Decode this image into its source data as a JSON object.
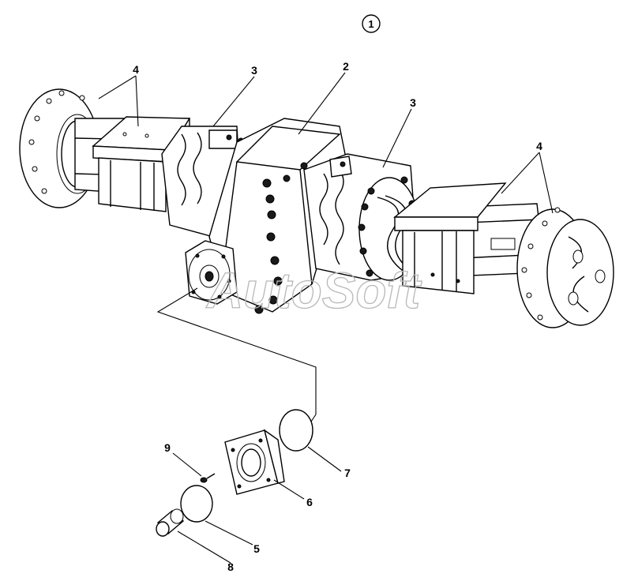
{
  "figure": {
    "view_number": "1",
    "watermark": "AutoSoft",
    "callouts": [
      {
        "id": "callout-4-left",
        "label": "4"
      },
      {
        "id": "callout-3-left",
        "label": "3"
      },
      {
        "id": "callout-2",
        "label": "2"
      },
      {
        "id": "callout-3-right",
        "label": "3"
      },
      {
        "id": "callout-4-right",
        "label": "4"
      },
      {
        "id": "callout-9",
        "label": "9"
      },
      {
        "id": "callout-7",
        "label": "7"
      },
      {
        "id": "callout-6",
        "label": "6"
      },
      {
        "id": "callout-5",
        "label": "5"
      },
      {
        "id": "callout-8",
        "label": "8"
      }
    ]
  }
}
